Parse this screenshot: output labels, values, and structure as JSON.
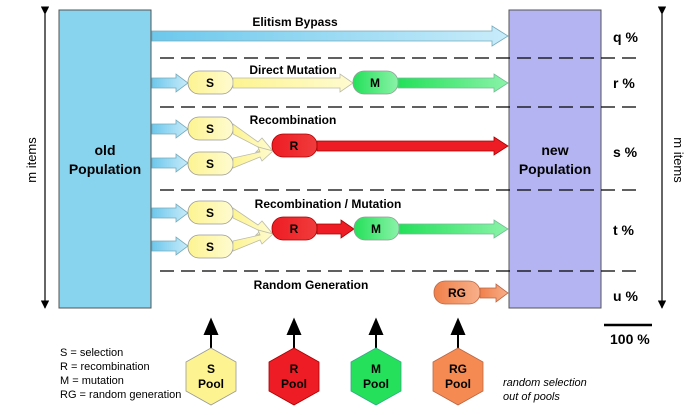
{
  "m_items_left": "m items",
  "m_items_right": "m items",
  "old_population": {
    "line1": "old",
    "line2": "Population"
  },
  "new_population": {
    "line1": "new",
    "line2": "Population"
  },
  "rows": [
    {
      "label": "Elitism Bypass",
      "percent": "q %"
    },
    {
      "label": "Direct Mutation",
      "percent": "r %"
    },
    {
      "label": "Recombination",
      "percent": "s %"
    },
    {
      "label": "Recombination / Mutation",
      "percent": "t %"
    },
    {
      "label": "Random Generation",
      "percent": "u %"
    }
  ],
  "total": "100 %",
  "node_labels": {
    "S": "S",
    "M": "M",
    "R": "R",
    "RG": "RG"
  },
  "pools": [
    {
      "name": "S",
      "sub": "Pool",
      "color": "#fdf491"
    },
    {
      "name": "R",
      "sub": "Pool",
      "color": "#ee1c24"
    },
    {
      "name": "M",
      "sub": "Pool",
      "color": "#24e05a"
    },
    {
      "name": "RG",
      "sub": "Pool",
      "color": "#f58a52"
    }
  ],
  "legend": [
    "S = selection",
    "R = recombination",
    "M = mutation",
    "RG = random generation"
  ],
  "pool_note": {
    "line1": "random selection",
    "line2": "out of pools"
  },
  "colors": {
    "old_population": "#88d4ee",
    "new_population": "#b4b4f2",
    "selection": "#fdf491",
    "recombination": "#ee1c24",
    "mutation": "#24e05a",
    "random_generation": "#f58a52",
    "elitism_arrow": "#a9daf2"
  }
}
